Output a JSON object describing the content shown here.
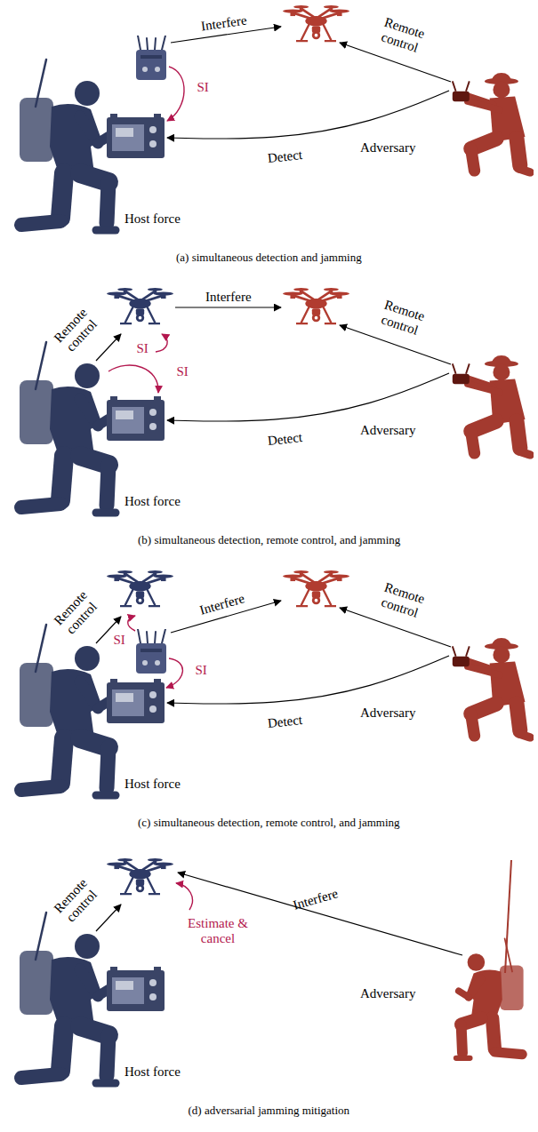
{
  "diagram": {
    "nodes": [
      {
        "text": [
          "Host force"
        ]
      },
      {
        "text": [
          "Adversary"
        ]
      },
      {
        "text": [
          "Host force"
        ]
      },
      {
        "text": [
          "Adversary"
        ]
      },
      {
        "text": [
          "Host force"
        ]
      },
      {
        "text": [
          "Adversary"
        ]
      },
      {
        "text": [
          "Host force"
        ]
      },
      {
        "text": [
          "Adversary"
        ]
      }
    ],
    "edges": [
      {
        "from": 1,
        "to": 0,
        "label": "Detect",
        "arrow": "to"
      },
      {
        "from": 3,
        "to": 2,
        "label": "Detect",
        "arrow": "to"
      },
      {
        "from": 5,
        "to": 4,
        "label": "Detect",
        "arrow": "to"
      }
    ],
    "labels": [
      "Interfere",
      "Remote control",
      "SI",
      "(a) simultaneous detection and jamming",
      "Remote control",
      "Interfere",
      "Remote control",
      "SI",
      "SI",
      "(b) simultaneous detection, remote control, and jamming",
      "Remote control",
      "Interfere",
      "Remote control",
      "SI",
      "SI",
      "(c) simultaneous detection, remote control, and jamming",
      "Remote control",
      "Interfere",
      "Estimate & cancel",
      "(d) adversarial jamming mitigation"
    ]
  }
}
